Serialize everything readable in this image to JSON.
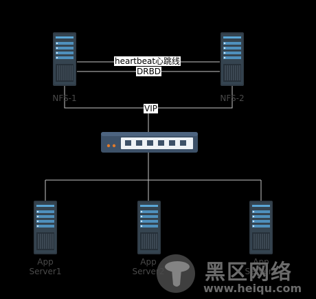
{
  "nodes": {
    "nfs1": "NFS-1",
    "nfs2": "NFS-2",
    "app1_line1": "App",
    "app1_line2": "Server1",
    "app2_line1": "App",
    "app2_line2": "Server2",
    "app3_line1": "App",
    "app3_line2": "Server3"
  },
  "links": {
    "heartbeat": "heartbeat心跳线",
    "drbd": "DRBD",
    "vip": "VIP"
  },
  "watermark": {
    "title": "黑区网络",
    "url": "www.heiqu.com"
  },
  "colors": {
    "background": "#000000",
    "line": "#c8c8c8",
    "server_body": "#2f3a44",
    "server_accent": "#5aa6d6",
    "switch_body": "#3d5168",
    "switch_panel": "#eef2f6",
    "switch_led": "#e07a2a"
  }
}
